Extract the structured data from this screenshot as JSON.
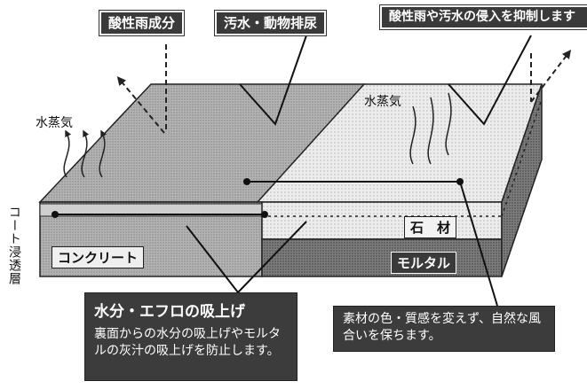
{
  "labels": {
    "acid_rain": "酸性雨成分",
    "sewage": "汚水・動物排尿",
    "prevent": "酸性雨や汚水の侵入を抑制します",
    "steam_left": "水蒸気",
    "steam_right": "水蒸気",
    "coat_layer": "コート浸透層",
    "stone": "石　材",
    "concrete": "コンクリート",
    "mortar": "モルタル"
  },
  "callout_left": {
    "title": "水分・エフロの吸上げ",
    "body": "裏面からの水分の吸上げやモルタルの灰汁の吸上げを防止します。"
  },
  "callout_right": {
    "body": "素材の色・質感を変えず、自然な風合いを保ちます。"
  },
  "colors": {
    "dark_label": "#3a3a3a",
    "concrete_top": "#a9a9a9",
    "stone_top": "#e6e6e6",
    "concrete_front": "#8e8e8e",
    "mortar_front": "#4a4a4a"
  }
}
